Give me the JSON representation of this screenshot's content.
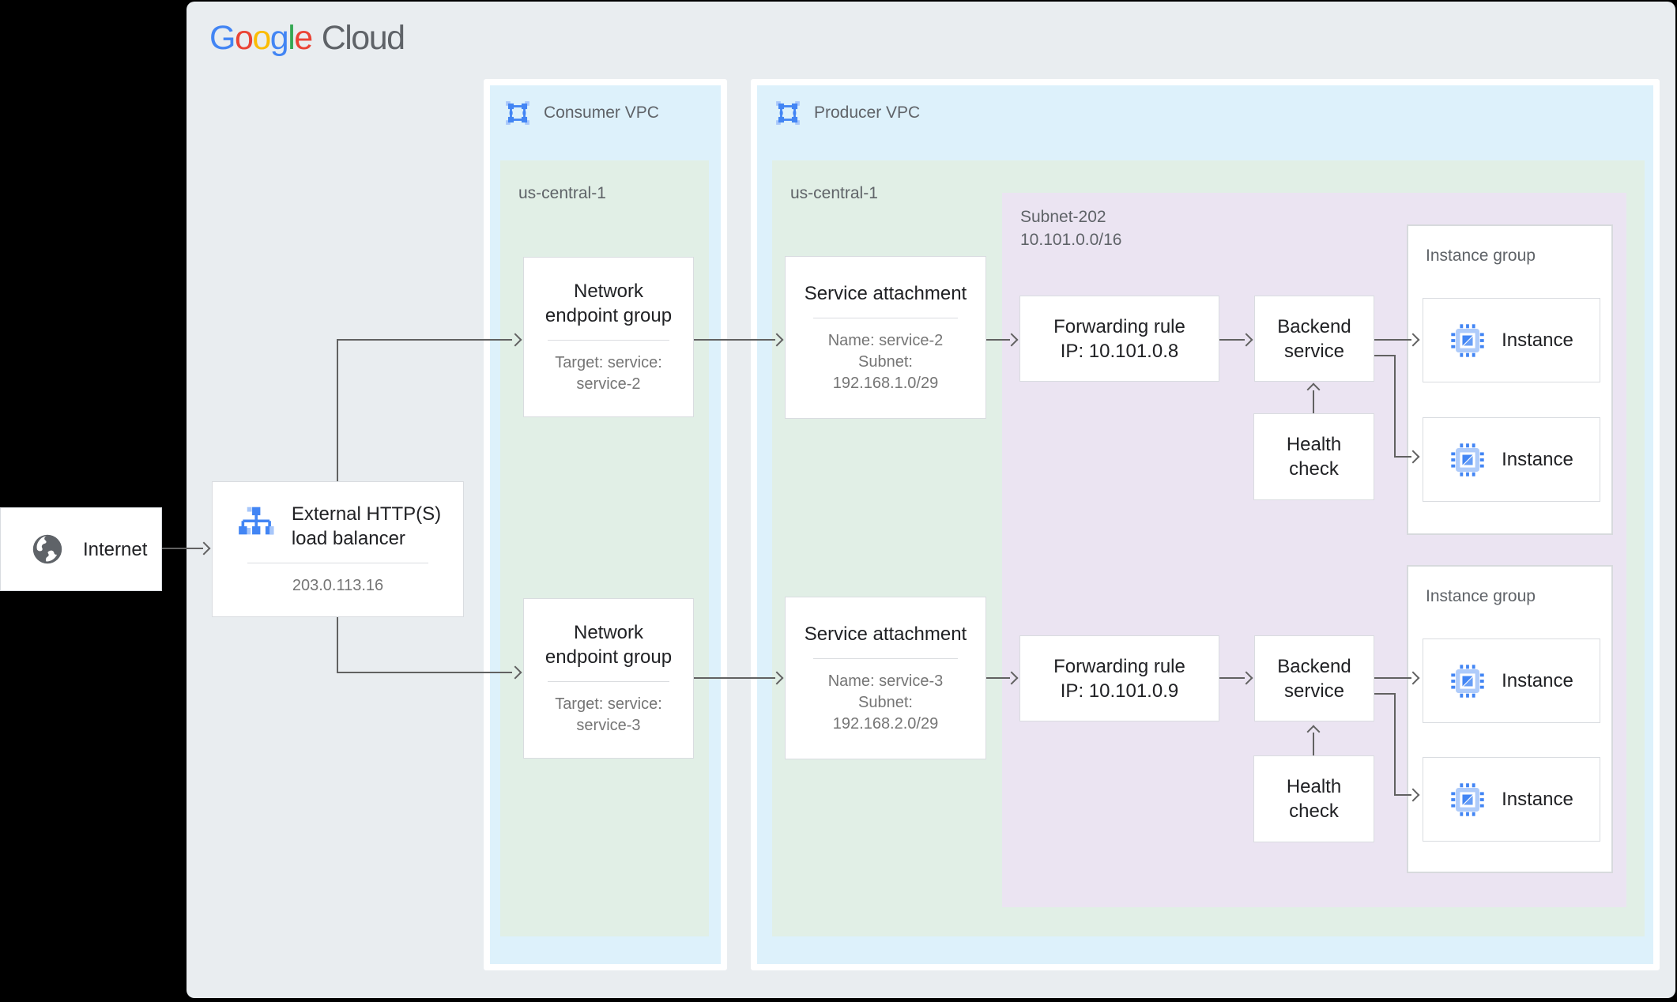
{
  "brand": {
    "letters": [
      {
        "ch": "G",
        "style": "color:#4285F4"
      },
      {
        "ch": "o",
        "style": "color:#EA4335"
      },
      {
        "ch": "o",
        "style": "color:#FBBC04"
      },
      {
        "ch": "g",
        "style": "color:#4285F4"
      },
      {
        "ch": "l",
        "style": "color:#34A853"
      },
      {
        "ch": "e",
        "style": "color:#EA4335"
      }
    ],
    "cloud": "Cloud"
  },
  "internet": {
    "label": "Internet"
  },
  "load_balancer": {
    "title": [
      "External HTTP(S)",
      "load balancer"
    ],
    "ip": "203.0.113.16"
  },
  "consumer_vpc": {
    "label": "Consumer VPC",
    "region": "us-central-1",
    "negs": [
      {
        "title": [
          "Network",
          "endpoint group"
        ],
        "detail": [
          "Target: service:",
          "service-2"
        ]
      },
      {
        "title": [
          "Network",
          "endpoint group"
        ],
        "detail": [
          "Target: service:",
          "service-3"
        ]
      }
    ]
  },
  "producer_vpc": {
    "label": "Producer VPC",
    "region": "us-central-1",
    "service_attachments": [
      {
        "title": "Service attachment",
        "detail": [
          "Name: service-2",
          "Subnet:",
          "192.168.1.0/29"
        ]
      },
      {
        "title": "Service attachment",
        "detail": [
          "Name: service-3",
          "Subnet:",
          "192.168.2.0/29"
        ]
      }
    ],
    "subnet": {
      "name": "Subnet-202",
      "cidr": "10.101.0.0/16",
      "forwarding_rules": [
        [
          "Forwarding rule",
          "IP: 10.101.0.8"
        ],
        [
          "Forwarding rule",
          "IP: 10.101.0.9"
        ]
      ],
      "backend_services": [
        [
          "Backend",
          "service"
        ],
        [
          "Backend",
          "service"
        ]
      ],
      "health_checks": [
        [
          "Health",
          "check"
        ],
        [
          "Health",
          "check"
        ]
      ]
    },
    "instance_groups": [
      {
        "label": "Instance group",
        "instances": [
          "Instance",
          "Instance"
        ]
      },
      {
        "label": "Instance group",
        "instances": [
          "Instance",
          "Instance"
        ]
      }
    ]
  },
  "colors": {
    "accent_blue": "#4285F4",
    "vpc_bg": "#ddf1fb",
    "region_bg": "#e1efe6",
    "subnet_bg": "#ebe4f2",
    "canvas_bg": "#e9edf0",
    "connector": "#616161"
  }
}
